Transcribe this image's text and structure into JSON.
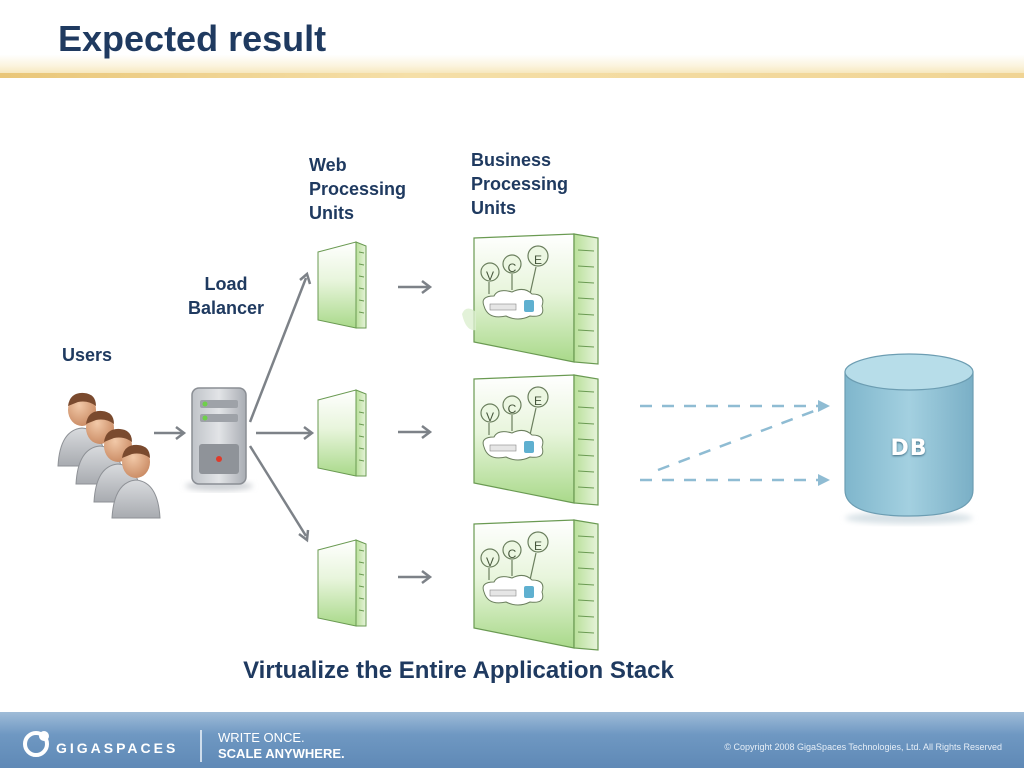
{
  "slide": {
    "title": "Expected result",
    "subtitle": "Virtualize the Entire Application Stack"
  },
  "labels": {
    "users": "Users",
    "load_balancer_line1": "Load",
    "load_balancer_line2": "Balancer",
    "web_pu_line1": "Web",
    "web_pu_line2": "Processing",
    "web_pu_line3": "Units",
    "business_pu_line1": "Business",
    "business_pu_line2": "Processing",
    "business_pu_line3": "Units",
    "db": "DB"
  },
  "pu_letters": [
    "V",
    "C",
    "E"
  ],
  "footer": {
    "logo_text": "GIGASPACES",
    "slogan_line1": "WRITE ONCE.",
    "slogan_line2": "SCALE ANYWHERE.",
    "copyright": "© Copyright 2008 GigaSpaces Technologies, Ltd. All Rights Reserved"
  },
  "colors": {
    "title": "#1f3a60",
    "server_green": "#a9d98a",
    "db_fill": "#8cbfd3",
    "footer_blue": "#6f98c2"
  }
}
